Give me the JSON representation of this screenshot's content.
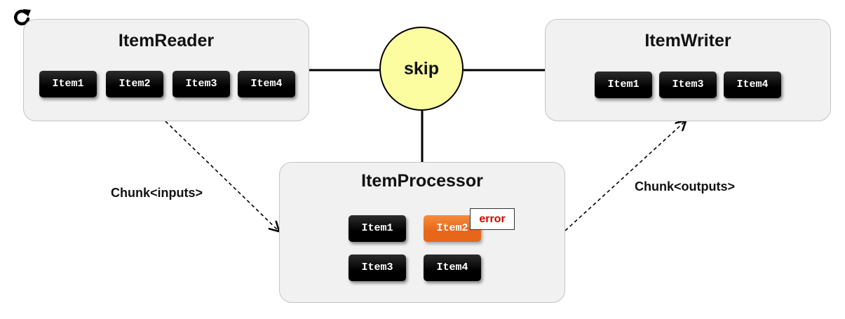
{
  "reader": {
    "title": "ItemReader",
    "items": [
      "Item1",
      "Item2",
      "Item3",
      "Item4"
    ]
  },
  "writer": {
    "title": "ItemWriter",
    "items": [
      "Item1",
      "Item3",
      "Item4"
    ]
  },
  "processor": {
    "title": "ItemProcessor",
    "items": [
      "Item1",
      "Item2",
      "Item3",
      "Item4"
    ],
    "error_label": "error"
  },
  "skip": {
    "label": "skip"
  },
  "edges": {
    "input_label": "Chunk<inputs>",
    "output_label": "Chunk<outputs>"
  },
  "icons": {
    "refresh": "refresh-icon"
  },
  "colors": {
    "panel_bg": "#f1f1f1",
    "skip_fill": "#fcfca0",
    "error_item": "#e8661a",
    "error_text": "#e00000"
  }
}
